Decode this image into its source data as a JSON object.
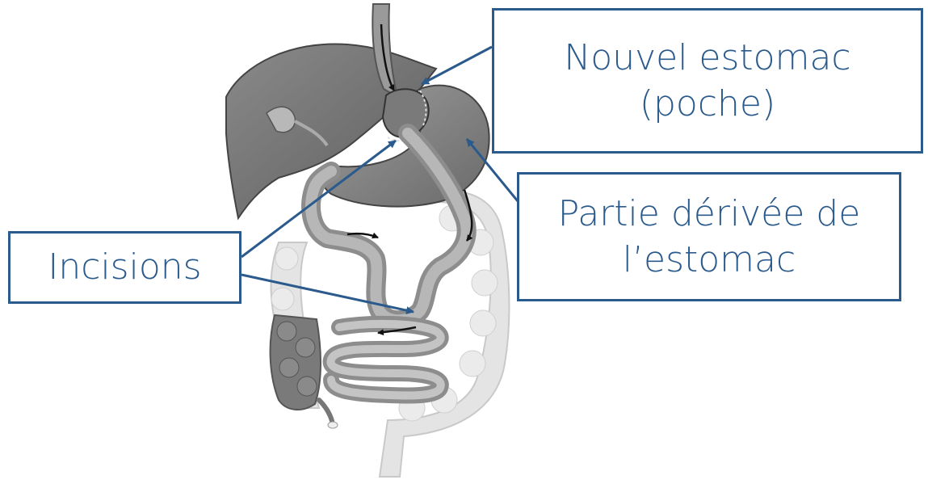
{
  "colors": {
    "accent": "#2b5a8c",
    "organ_dark": "#6e6e6e",
    "organ_mid": "#9a9a9a",
    "organ_light": "#d6d6d6",
    "colon": "#e3e3e3",
    "arrow": "#222222"
  },
  "labels": {
    "new_stomach": {
      "line1": "Nouvel estomac",
      "line2": "(poche)"
    },
    "bypassed_stomach": {
      "line1": "Partie dérivée de",
      "line2": "l’estomac"
    },
    "incisions": {
      "line1": "Incisions"
    }
  }
}
